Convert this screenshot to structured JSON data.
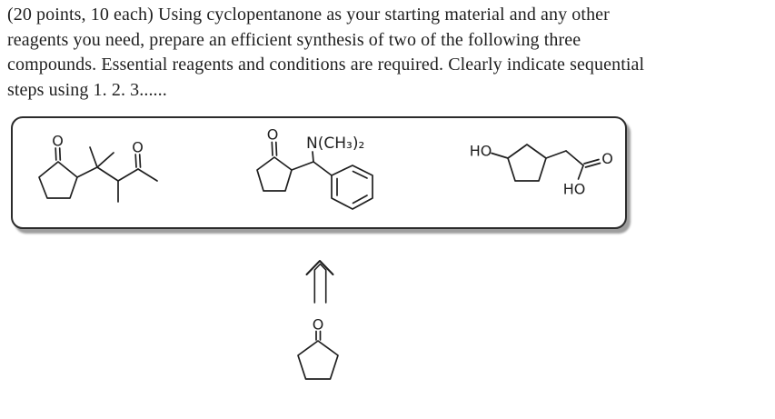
{
  "colors": {
    "ink": "#1f1f1f",
    "box_border": "#2b2b2b",
    "box_shadow": "#9e9e9e",
    "background": "#ffffff"
  },
  "problem": {
    "lines": [
      "(20 points, 10 each) Using cyclopentanone as your starting material and any other",
      "reagents you need, prepare an efficient synthesis of two of the following three",
      "compounds. Essential reagents and conditions are required. Clearly indicate sequential",
      "steps using 1. 2. 3......"
    ]
  },
  "compounds_box": {
    "compound1": {
      "labels": {
        "ring_ketone": "O",
        "chain_ketone": "O"
      }
    },
    "compound2": {
      "labels": {
        "ketone": "O",
        "dimethylamino": "N(CH₃)₂"
      }
    },
    "compound3": {
      "labels": {
        "hydroxyl": "HO",
        "acid_carbonyl": "O",
        "acid_hydroxyl": "HO"
      }
    }
  },
  "retrosynthesis": {
    "starting_material": {
      "labels": {
        "ketone": "O"
      }
    }
  }
}
